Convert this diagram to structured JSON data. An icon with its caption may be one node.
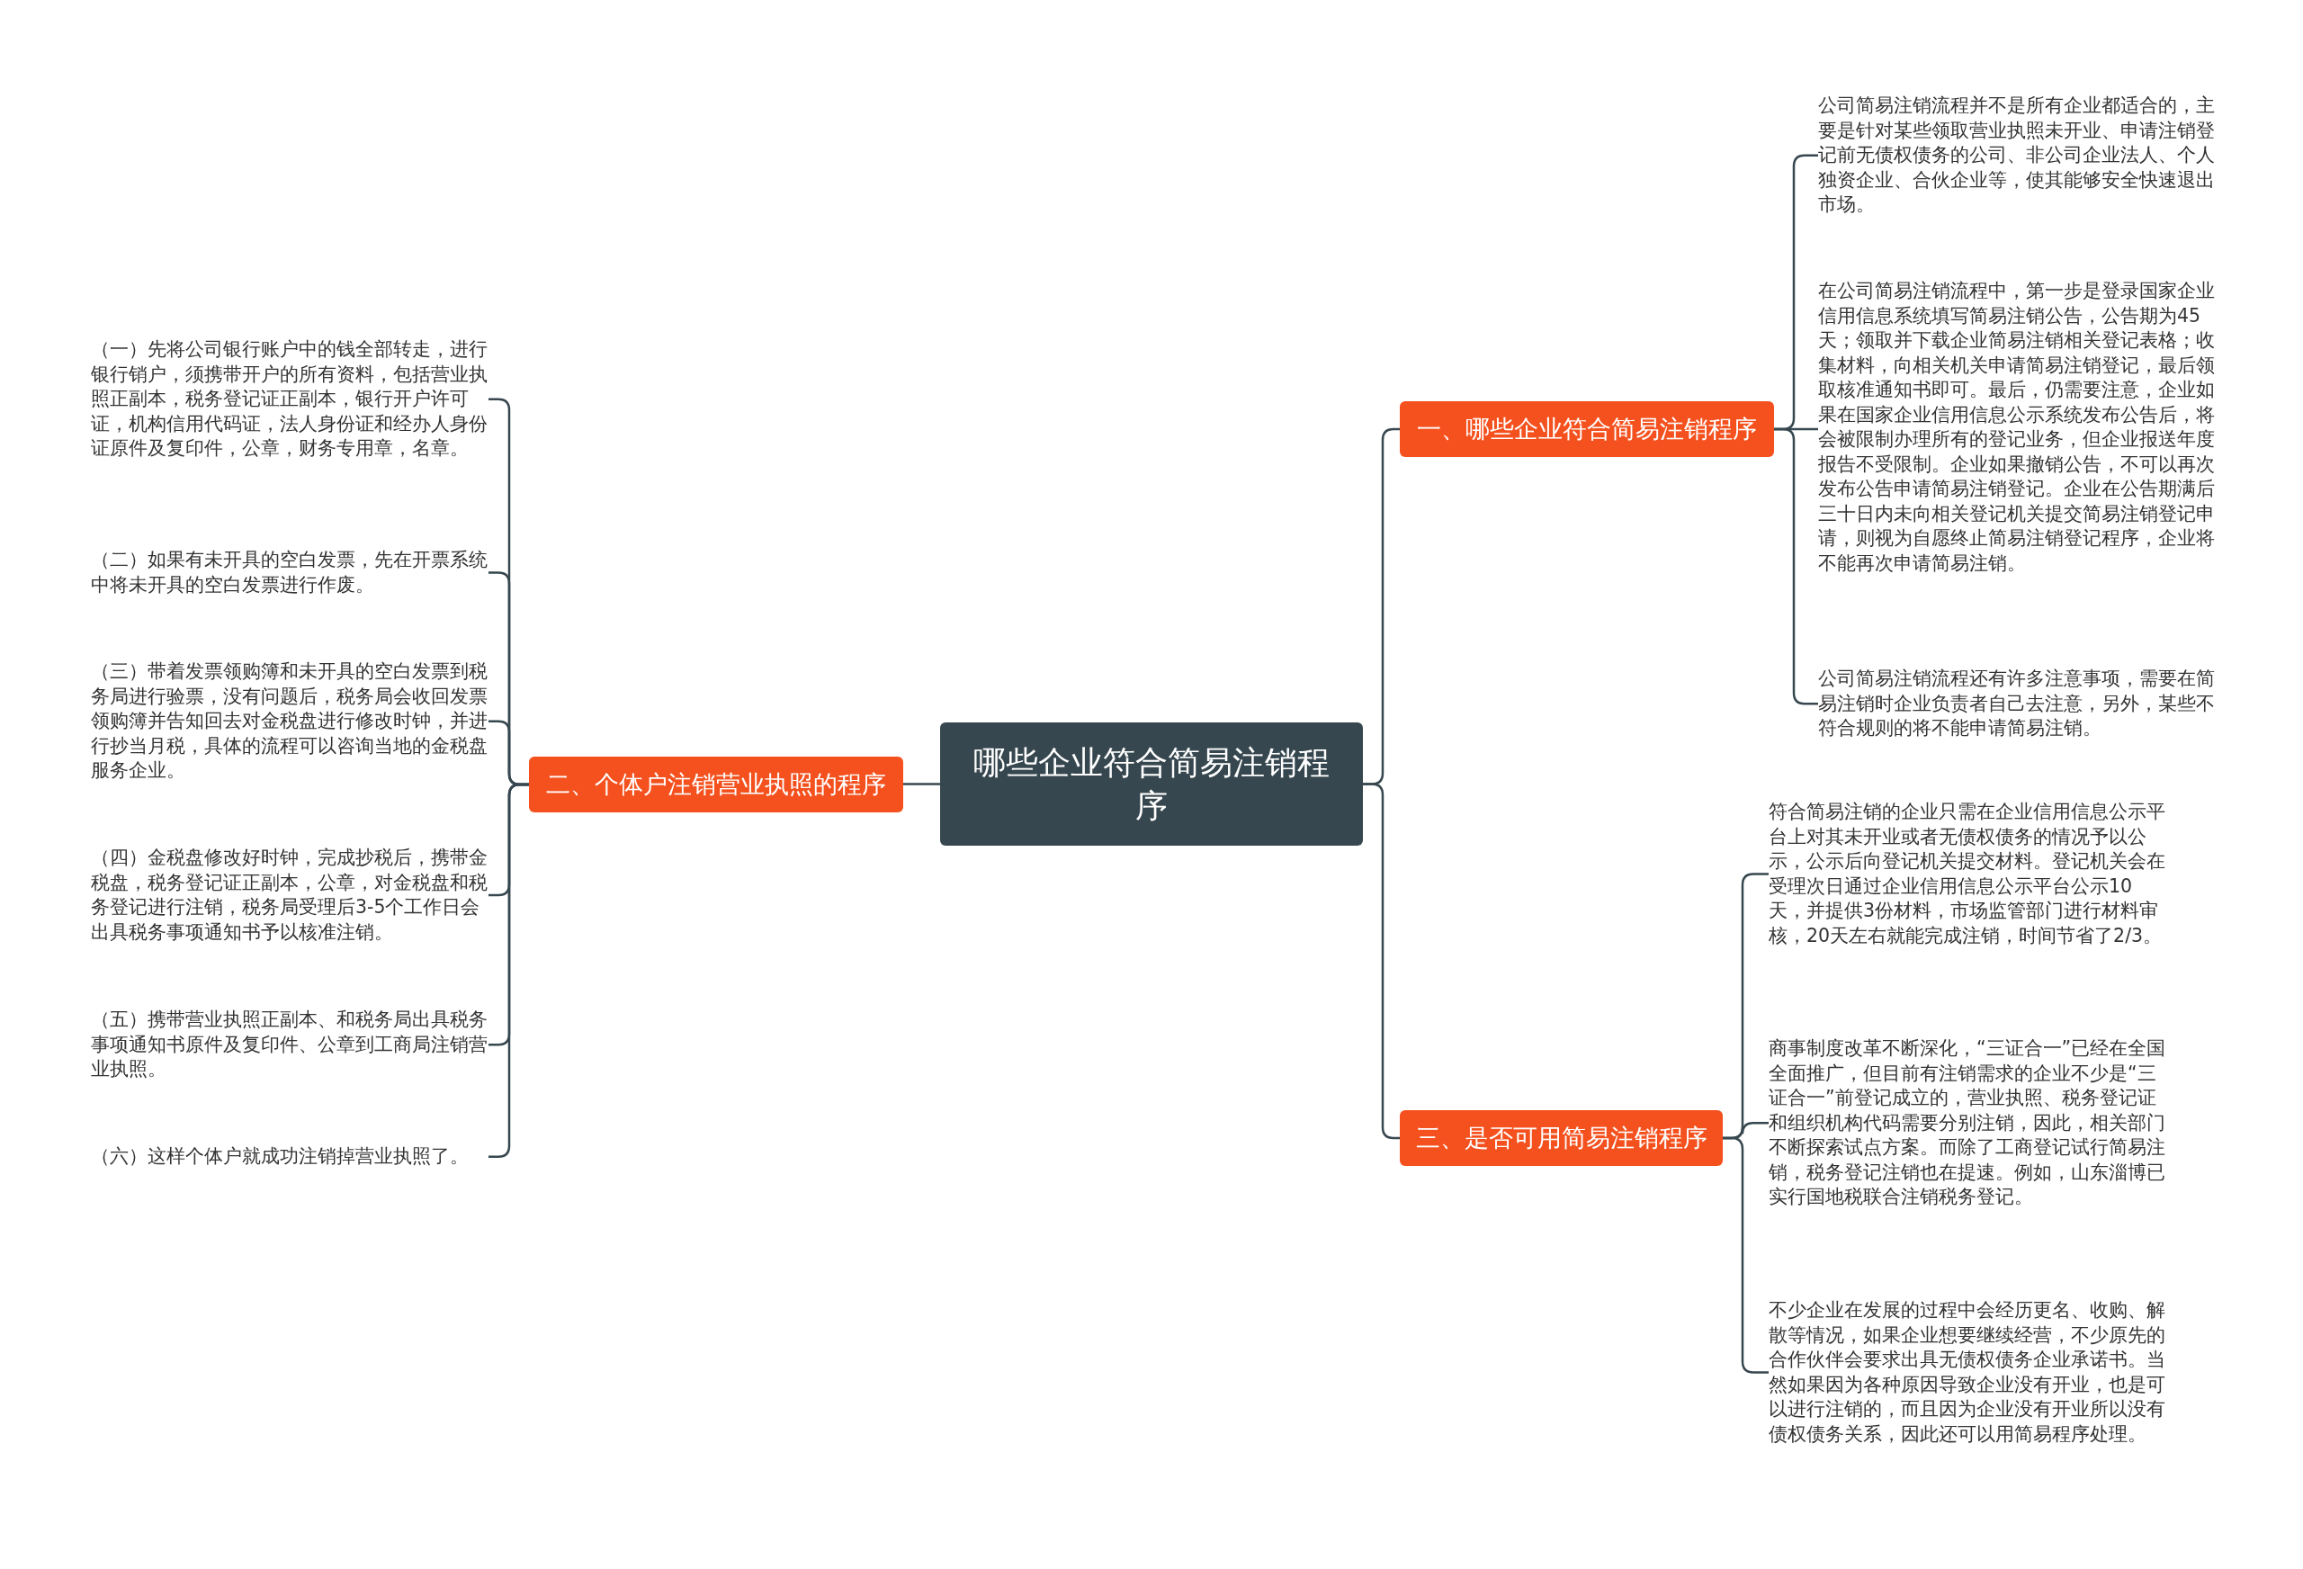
{
  "diagram": {
    "nodes": [
      {
        "text": [
          "哪些企业符合简易注销程序"
        ]
      },
      {
        "text": [
          "一、哪些企业符合简易注销程序"
        ]
      },
      {
        "text": [
          "公司简易注销流程并不是所有企业都适合的，主要是针对某些领取营业执照未开业、申请注销登记前无债权债务的公司、非公司企业法人、个人独资企业、合伙企业等，使其能够安全快速退出市场。"
        ]
      },
      {
        "text": [
          "在公司简易注销流程中，第一步是登录国家企业信用信息系统填写简易注销公告，公告期为45天；领取并下载企业简易注销相关登记表格；收集材料，向相关机关申请简易注销登记，最后领取核准通知书即可。最后，仍需要注意，企业如果在国家企业信用信息公示系统发布公告后，将会被限制办理所有的登记业务，但企业报送年度报告不受限制。企业如果撤销公告，不可以再次发布公告申请简易注销登记。企业在公告期满后三十日内未向相关登记机关提交简易注销登记申请，则视为自愿终止简易注销登记程序，企业将不能再次申请简易注销。"
        ]
      },
      {
        "text": [
          "公司简易注销流程还有许多注意事项，需要在简易注销时企业负责者自己去注意，另外，某些不符合规则的将不能申请简易注销。"
        ]
      },
      {
        "text": [
          "二、个体户注销营业执照的程序"
        ]
      },
      {
        "text": [
          "（一）先将公司银行账户中的钱全部转走，进行银行销户，须携带开户的所有资料，包括营业执照正副本，税务登记证正副本，银行开户许可证，机构信用代码证，法人身份证和经办人身份证原件及复印件，公章，财务专用章，名章。"
        ]
      },
      {
        "text": [
          "（二）如果有未开具的空白发票，先在开票系统中将未开具的空白发票进行作废。"
        ]
      },
      {
        "text": [
          "（三）带着发票领购簿和未开具的空白发票到税务局进行验票，没有问题后，税务局会收回发票领购簿并告知回去对金税盘进行修改时钟，并进行抄当月税，具体的流程可以咨询当地的金税盘服务企业。"
        ]
      },
      {
        "text": [
          "（四）金税盘修改好时钟，完成抄税后，携带金税盘，税务登记证正副本，公章，对金税盘和税务登记进行注销，税务局受理后3-5个工作日会出具税务事项通知书予以核准注销。"
        ]
      },
      {
        "text": [
          "（五）携带营业执照正副本、和税务局出具税务事项通知书原件及复印件、公章到工商局注销营业执照。"
        ]
      },
      {
        "text": [
          "（六）这样个体户就成功注销掉营业执照了。"
        ]
      },
      {
        "text": [
          "三、是否可用简易注销程序"
        ]
      },
      {
        "text": [
          "符合简易注销的企业只需在企业信用信息公示平台上对其未开业或者无债权债务的情况予以公示，公示后向登记机关提交材料。登记机关会在受理次日通过企业信用信息公示平台公示10天，并提供3份材料，市场监管部门进行材料审核，20天左右就能完成注销，时间节省了2/3。"
        ]
      },
      {
        "text": [
          "商事制度改革不断深化，“三证合一”已经在全国全面推广，但目前有注销需求的企业不少是“三证合一”前登记成立的，营业执照、税务登记证和组织机构代码需要分别注销，因此，相关部门不断探索试点方案。而除了工商登记试行简易注销，税务登记注销也在提速。例如，山东淄博已实行国地税联合注销税务登记。"
        ]
      },
      {
        "text": [
          "不少企业在发展的过程中会经历更名、收购、解散等情况，如果企业想要继续经营，不少原先的合作伙伴会要求出具无债权债务企业承诺书。当然如果因为各种原因导致企业没有开业，也是可以进行注销的，而且因为企业没有开业所以没有债权债务关系，因此还可以用简易程序处理。"
        ]
      }
    ],
    "edges": [
      {
        "from": 0,
        "to": 1,
        "arrow": "none"
      },
      {
        "from": 1,
        "to": 2,
        "arrow": "none"
      },
      {
        "from": 1,
        "to": 3,
        "arrow": "none"
      },
      {
        "from": 1,
        "to": 4,
        "arrow": "none"
      },
      {
        "from": 0,
        "to": 5,
        "arrow": "none"
      },
      {
        "from": 5,
        "to": 6,
        "arrow": "none"
      },
      {
        "from": 5,
        "to": 7,
        "arrow": "none"
      },
      {
        "from": 5,
        "to": 8,
        "arrow": "none"
      },
      {
        "from": 5,
        "to": 9,
        "arrow": "none"
      },
      {
        "from": 5,
        "to": 10,
        "arrow": "none"
      },
      {
        "from": 5,
        "to": 11,
        "arrow": "none"
      },
      {
        "from": 0,
        "to": 12,
        "arrow": "none"
      },
      {
        "from": 12,
        "to": 13,
        "arrow": "none"
      },
      {
        "from": 12,
        "to": 14,
        "arrow": "none"
      },
      {
        "from": 12,
        "to": 15,
        "arrow": "none"
      }
    ]
  }
}
